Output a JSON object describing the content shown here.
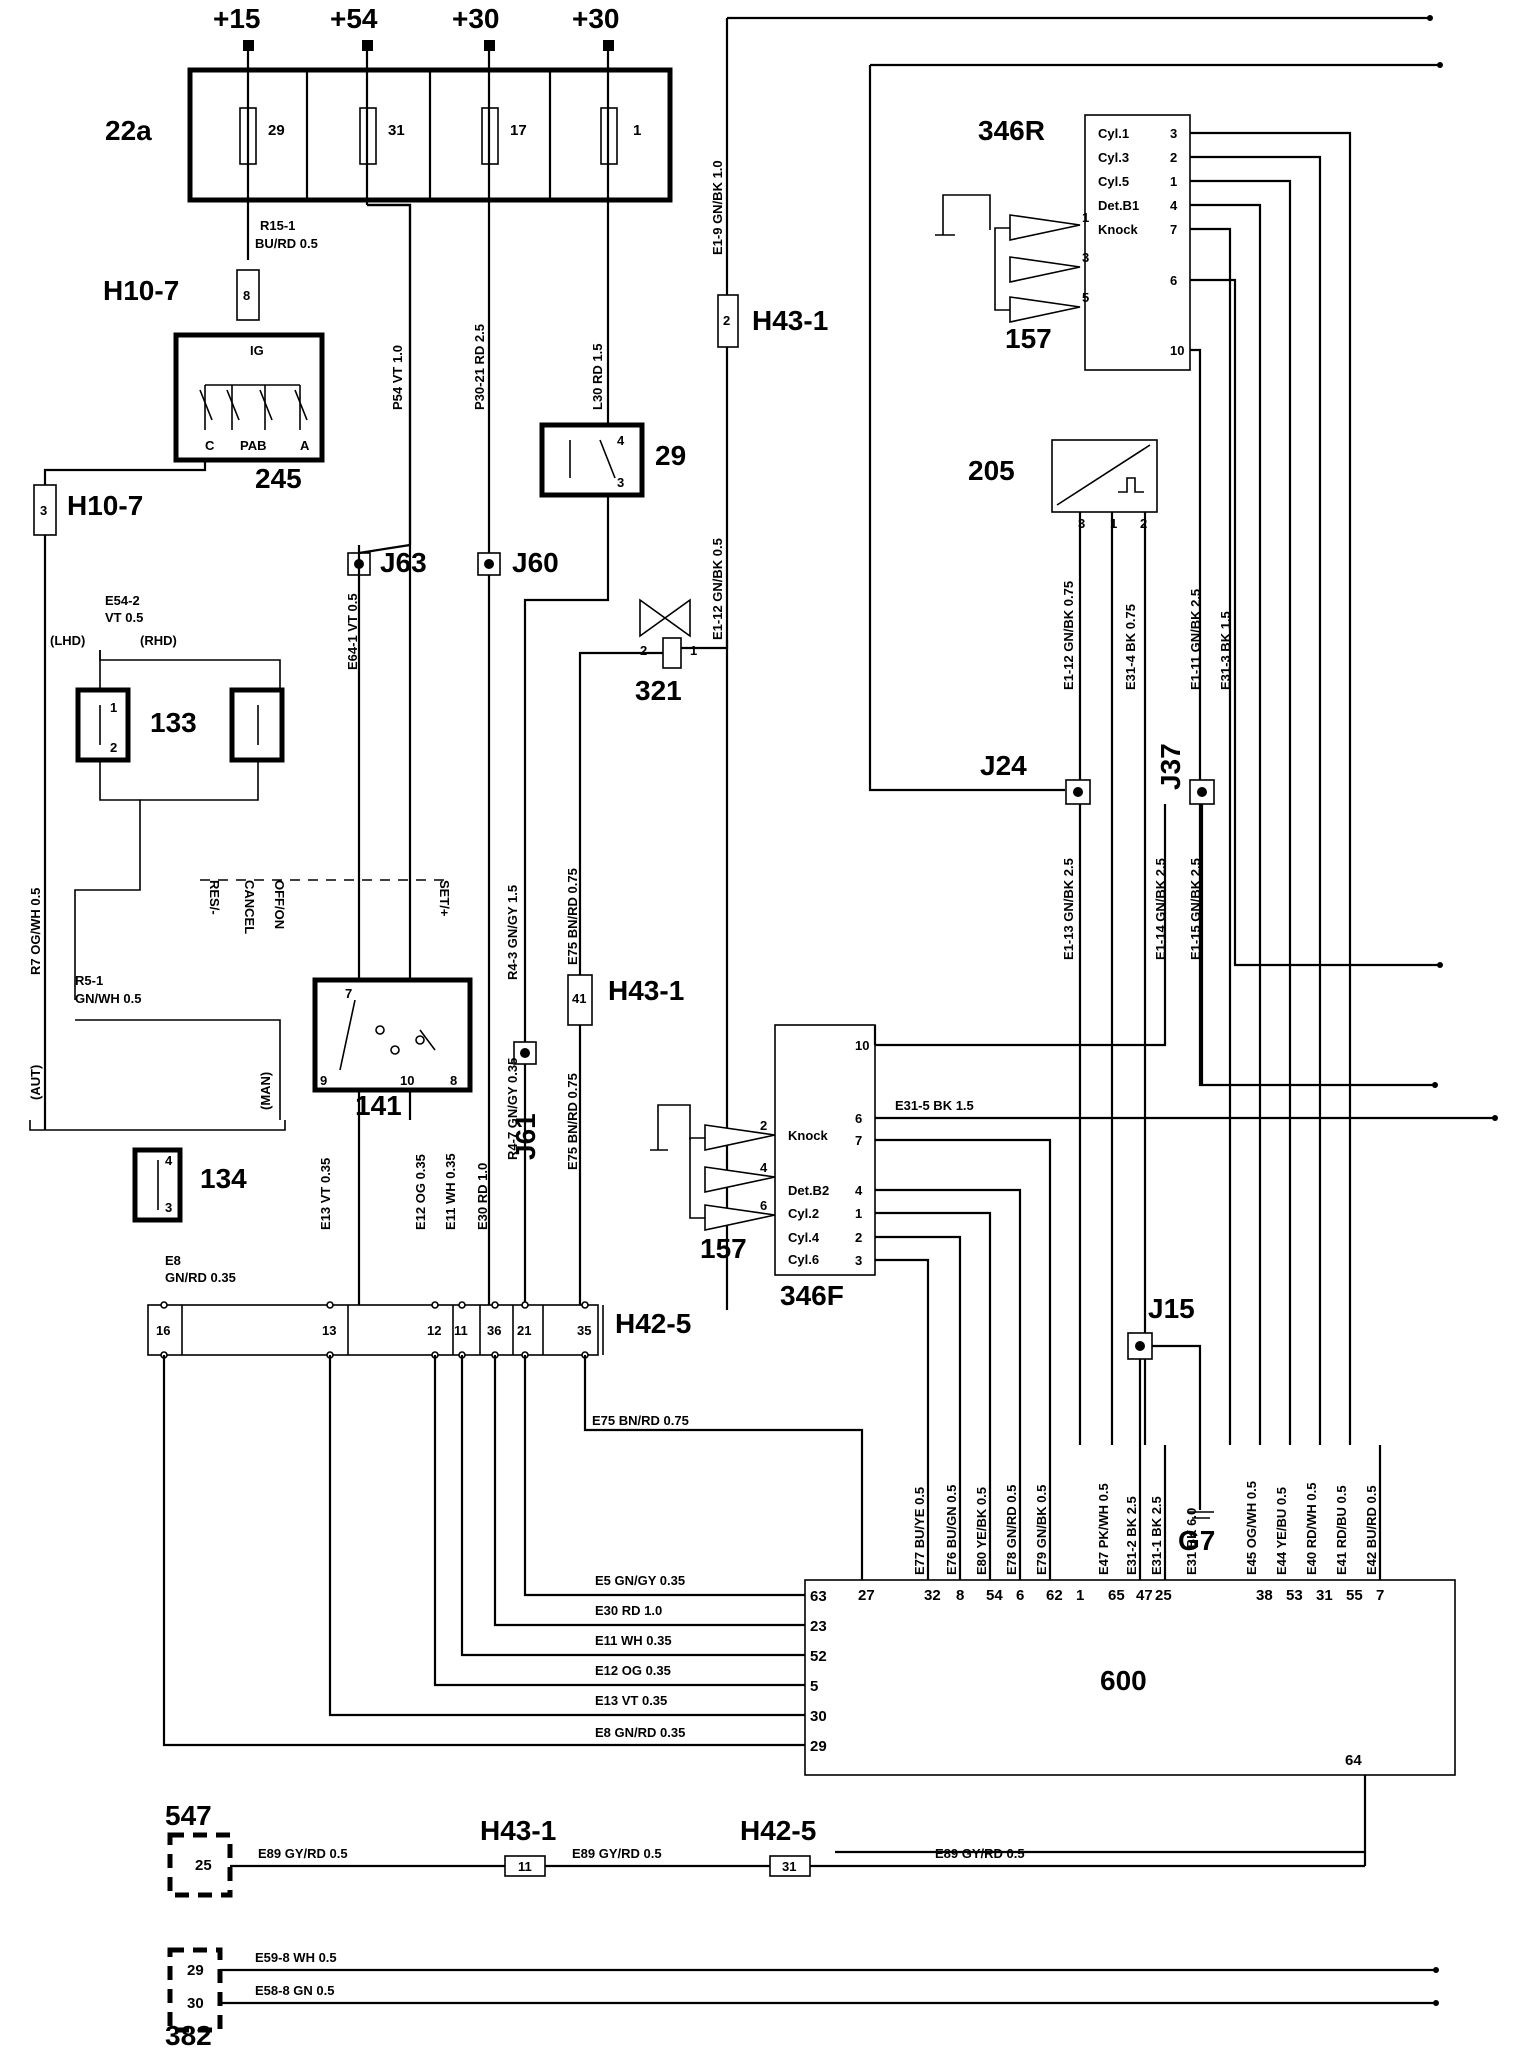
{
  "supply": {
    "p15": "+15",
    "p54": "+54",
    "p30a": "+30",
    "p30b": "+30"
  },
  "fuse_box": {
    "id": "22a",
    "f29": "29",
    "f31": "31",
    "f17": "17",
    "f1": "1"
  },
  "components": {
    "c245": "245",
    "c29": "29",
    "c133": "133",
    "c141": "141",
    "c134": "134",
    "c321": "321",
    "c205": "205",
    "c346r": "346R",
    "c346f": "346F",
    "c157a": "157",
    "c157b": "157",
    "c600": "600",
    "c547": "547",
    "c382": "382",
    "g7": "G7",
    "ig": "IG",
    "sw245_c": "C",
    "sw245_pab": "PAB",
    "sw245_a": "A"
  },
  "connectors": {
    "h10_7a": "H10-7",
    "h10_7b": "H10-7",
    "h43_1a": "H43-1",
    "h43_1b": "H43-1",
    "h43_1c": "H43-1",
    "h42_5a": "H42-5",
    "h42_5b": "H42-5",
    "j63": "J63",
    "j60": "J60",
    "j61": "J61",
    "j24": "J24",
    "j37": "J37",
    "j15": "J15"
  },
  "side_labels": {
    "lhd": "(LHD)",
    "rhd": "(RHD)",
    "aut": "(AUT)",
    "man": "(MAN)"
  },
  "cruise_labels": {
    "res": "RES/-",
    "cancel": "CANCEL",
    "off": "OFF/ON",
    "set": "SET/+"
  },
  "sensor_labels": {
    "cyl1": "Cyl.1",
    "cyl3": "Cyl.3",
    "cyl5": "Cyl.5",
    "detb1": "Det.B1",
    "knock_r": "Knock",
    "knock_f": "Knock",
    "detb2": "Det.B2",
    "cyl2": "Cyl.2",
    "cyl4": "Cyl.4",
    "cyl6": "Cyl.6"
  },
  "wire_labels": {
    "r15": "R15-1",
    "r15c": "BU/RD  0.5",
    "p54": "P54  VT  1.0",
    "p30": "P30-21   RD  2.5",
    "l30": "L30  RD  1.5",
    "e19": "E1-9   GN/BK  1.0",
    "e112": "E1-12   GN/BK  0.5",
    "e542": "E54-2",
    "e542c": "VT  0.5",
    "e641": "E64-1   VT  0.5",
    "r7": "R7  OG/WH  0.5",
    "r51": "R5-1",
    "r51c": "GN/WH  0.5",
    "r43": "R4-3  GN/GY  1.5",
    "e75a": "E75  BN/RD  0.75",
    "e75b": "E75  BN/RD  0.75",
    "r47": "R4-7  GN/GY  0.35",
    "e30v": "E30  RD  1.0",
    "e11v": "E11  WH  0.35",
    "e12v": "E12  OG  0.35",
    "e13v": "E13  VT  0.35",
    "e8": "E8",
    "e8c": "GN/RD  0.35",
    "e75h": "E75  BN/RD  0.75",
    "e5": "E5  GN/GY  0.35",
    "e30": "E30  RD  1.0",
    "e11": "E11  WH  0.35",
    "e12": "E12  OG  0.35",
    "e13": "E13  VT  0.35",
    "e8h": "E8  GN/RD  0.35",
    "e315": "E31-5   BK  1.5",
    "v112": "E1-12   GN/BK  0.75",
    "v314": "E31-4   BK  0.75",
    "v111": "E1-11   GN/BK  2.5",
    "v313": "E31-3   BK  1.5",
    "v113": "E1-13   GN/BK  2.5",
    "v114": "E1-14   GN/BK  2.5",
    "v115": "E1-15   GN/BK  2.5",
    "e77": "E77  BU/YE  0.5",
    "e76": "E76  BU/GN  0.5",
    "e80": "E80  YE/BK  0.5",
    "e78": "E78  GN/RD  0.5",
    "e79": "E79  GN/BK  0.5",
    "e47": "E47  PK/WH  0.5",
    "e312": "E31-2  BK  2.5",
    "e311": "E31-1  BK  2.5",
    "e31": "E31  BK  6.0",
    "e45": "E45  OG/WH  0.5",
    "e44": "E44  YE/BU  0.5",
    "e40": "E40  RD/WH  0.5",
    "e41": "E41  RD/BU  0.5",
    "e42": "E42  BU/RD  0.5",
    "e89a": "E89  GY/RD  0.5",
    "e89b": "E89  GY/RD  0.5",
    "e89c": "E89  GY/RD  0.5",
    "e598": "E59-8   WH  0.5",
    "e588": "E58-8   GN  0.5"
  },
  "pins": {
    "h107a": "8",
    "h107b": "3",
    "h431a": "2",
    "h431b": "41",
    "j29_4": "4",
    "j29_3": "3",
    "c321_2": "2",
    "c321_1": "1",
    "c133_1": "1",
    "c133_2": "2",
    "c141_7": "7",
    "c141_9": "9",
    "c141_10": "10",
    "c141_8": "8",
    "c134_4": "4",
    "c134_3": "3",
    "h42": [
      "16",
      "13",
      "12",
      "11",
      "36",
      "21",
      "35"
    ],
    "r346": [
      "3",
      "2",
      "1",
      "4",
      "7",
      "6",
      "10"
    ],
    "f346": [
      "10",
      "6",
      "7",
      "4",
      "1",
      "2",
      "3"
    ],
    "s157": [
      "1",
      "3",
      "5",
      "2",
      "4",
      "6"
    ],
    "s205": [
      "3",
      "1",
      "2"
    ],
    "ecu_left": [
      "63",
      "23",
      "52",
      "5",
      "30",
      "29"
    ],
    "ecu_top": [
      "27",
      "32",
      "8",
      "54",
      "6",
      "62",
      "1",
      "65",
      "47",
      "25",
      "38",
      "53",
      "31",
      "55",
      "7"
    ],
    "ecu_64": "64",
    "c547_25": "25",
    "h431c": "11",
    "h425b": "31",
    "c382_29": "29",
    "c382_30": "30"
  }
}
